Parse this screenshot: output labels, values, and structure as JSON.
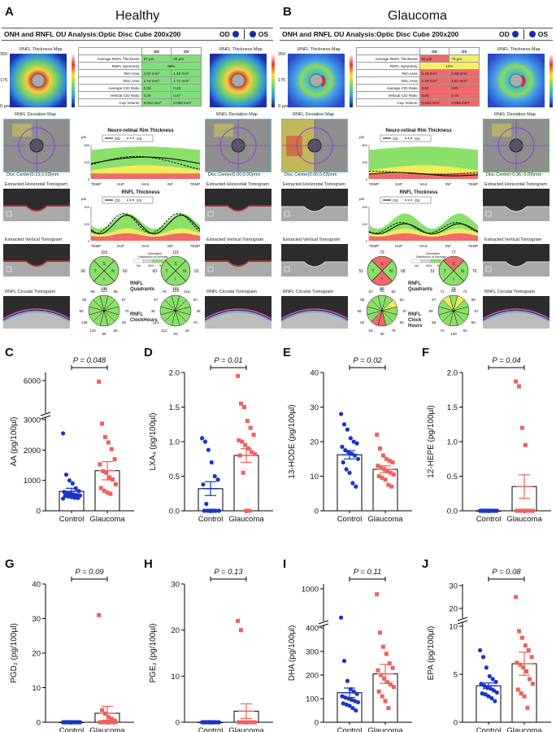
{
  "panelA": {
    "letter": "A",
    "title": "Healthy",
    "header": "ONH and RNFL OU Analysis:Optic Disc Cube 200x200",
    "od": "OD",
    "os": "OS",
    "map_caption": "RNFL Thickness Map",
    "scale_top": "350",
    "scale_mid": "175",
    "scale_bot": "0 µm",
    "dev_caption": "RNFL Deviation Map",
    "disc_center_left": "Disc Center(0.15,0.03)mm",
    "disc_center_right": "Disc Center(0.00,0.00)mm",
    "horiz_caption": "Extracted Horizontal Tomogram",
    "vert_caption": "Extracted Vertical Tomogram",
    "circ_caption": "RNFL Circular Tomogram",
    "table_head": [
      "OD",
      "OS"
    ],
    "table_rows": [
      {
        "label": "Average RNFL Thickness",
        "od": "97 µm",
        "os": "95 µm"
      },
      {
        "label": "RNFL Symmetry",
        "od": "88%",
        "os": ""
      },
      {
        "label": "Rim Area",
        "od": "1.52 mm²",
        "os": "1.40 mm²"
      },
      {
        "label": "Disc Area",
        "od": "1.78 mm²",
        "os": "1.71 mm²"
      },
      {
        "label": "Average C/D Ratio",
        "od": "0.38",
        "os": "0.43"
      },
      {
        "label": "Vertical C/D Ratio",
        "od": "0.36",
        "os": "0.47"
      },
      {
        "label": "Cup Volume",
        "od": "0.042 mm³",
        "os": "0.060 mm³"
      }
    ],
    "rim_title": "Neuro-retinal Rim Thickness",
    "rnfl_title": "RNFL Thickness",
    "um": "µm",
    "legend_od": "OD",
    "legend_os": "OS",
    "axis_ticks": [
      "TEMP",
      "SUP",
      "NAS",
      "INF",
      "TEMP"
    ],
    "rim_yticks": [
      "800",
      "400",
      "0"
    ],
    "rnfl_yticks": [
      "200",
      "100",
      "0"
    ],
    "norm_label": "Distribution of Normals",
    "norm_head": "Diversified",
    "norm_ticks": [
      "NA",
      "95%",
      "5%",
      "1%"
    ],
    "quad_label": "RNFL\nQuadrants",
    "quad_left": {
      "S": "103",
      "T": "66",
      "N": "60",
      "I": "121"
    },
    "quad_right": {
      "S": "101",
      "T": "60",
      "N": "63",
      "I": "118"
    },
    "clock_label": "RNFL\nClockHours",
    "clock_left": [
      "126",
      "95",
      "87",
      "70",
      "49",
      "60",
      "85",
      "142",
      "136",
      "59",
      "63",
      "86"
    ],
    "clock_right": [
      "102",
      "116",
      "92",
      "48",
      "70",
      "40",
      "83",
      "112",
      "112",
      "46",
      "57",
      "79"
    ]
  },
  "panelB": {
    "letter": "B",
    "title": "Glaucoma",
    "header": "ONH and RNFL OU Analysis:Optic Disc Cube 200x200",
    "od": "OD",
    "os": "OS",
    "map_caption": "RNFL Thickness Map",
    "scale_top": "350",
    "scale_mid": "175",
    "scale_bot": "0 µm",
    "dev_caption": "RNFL Deviation Map",
    "disc_center_left": "Disc Center(0.00,0.03)mm",
    "disc_center_right": "Disc Center(-0.36,-0.09)mm",
    "horiz_caption": "Extracted Horizontal Tomogram",
    "vert_caption": "Extracted Vertical Tomogram",
    "circ_caption": "RNFL Circular Tomogram",
    "table_head": [
      "OD",
      "OS"
    ],
    "table_rows": [
      {
        "label": "Average RNFL Thickness",
        "od": "62 µm",
        "os": "78 µm"
      },
      {
        "label": "RNFL Symmetry",
        "od": "12%",
        "os": ""
      },
      {
        "label": "Rim Area",
        "od": "0.49 mm²",
        "os": "0.56 mm²"
      },
      {
        "label": "Disc Area",
        "od": "1.49 mm²",
        "os": "1.67 mm²"
      },
      {
        "label": "Average C/D Ratio",
        "od": "0.82",
        "os": "0.81"
      },
      {
        "label": "Vertical C/D Ratio",
        "od": "0.80",
        "os": "0.75"
      },
      {
        "label": "Cup Volume",
        "od": "0.563 mm³",
        "os": "0.555 mm³"
      }
    ],
    "rim_title": "Neuro-retinal Rim Thickness",
    "rnfl_title": "RNFL Thickness",
    "um": "µm",
    "legend_od": "OD",
    "legend_os": "OS",
    "axis_ticks": [
      "TEMP",
      "SUP",
      "NAS",
      "INF",
      "TEMP"
    ],
    "rim_yticks": [
      "800",
      "400",
      "0"
    ],
    "rnfl_yticks": [
      "200",
      "100",
      "0"
    ],
    "norm_label": "Distribution of Normals",
    "norm_head": "Diversified",
    "norm_ticks": [
      "NA",
      "95%",
      "5%",
      "1%"
    ],
    "quad_label": "RNFL\nQuadrants",
    "quad_left": {
      "S": "72",
      "T": "51",
      "N": "68",
      "I": "56"
    },
    "quad_right": {
      "S": "77",
      "T": "51",
      "N": "76",
      "I": "95"
    },
    "clock_label": "RNFL\nClock\nHours",
    "clock_left": [
      "60",
      "60",
      "64",
      "67",
      "92",
      "78",
      "45",
      "53",
      "62",
      "59",
      "58",
      "57"
    ],
    "clock_right": [
      "71",
      "71",
      "89",
      "67",
      "55",
      "93",
      "126",
      "70",
      "56",
      "59",
      "57",
      "71"
    ]
  },
  "chart_data": [
    {
      "type": "bar",
      "letter": "C",
      "ylabel": "AA (pg/100µl)",
      "pvalue": "P = 0.048",
      "categories": [
        "Control",
        "Glaucoma"
      ],
      "means": [
        640,
        1320
      ],
      "sem": [
        100,
        300
      ],
      "yticks": [
        "0",
        "1000",
        "2000",
        "3000",
        "6000"
      ],
      "axis_break": true,
      "control_points": [
        2550,
        1190,
        1000,
        900,
        740,
        650,
        620,
        580,
        560,
        540,
        520,
        500,
        490,
        470,
        450,
        430,
        420,
        400
      ],
      "glaucoma_points": [
        5900,
        2870,
        2430,
        2250,
        2030,
        1700,
        1530,
        1300,
        1250,
        1100,
        1030,
        870,
        750,
        660,
        600,
        560
      ]
    },
    {
      "type": "bar",
      "letter": "D",
      "ylabel": "LXA₄ (pg/100µl)",
      "pvalue": "P = 0.01",
      "categories": [
        "Control",
        "Glaucoma"
      ],
      "means": [
        0.32,
        0.8
      ],
      "sem": [
        0.1,
        0.1
      ],
      "yticks": [
        "0.0",
        "0.5",
        "1.0",
        "1.5",
        "2.0"
      ],
      "control_points": [
        1.05,
        1.0,
        0.88,
        0.7,
        0.5,
        0.45,
        0.38,
        0.1,
        0,
        0,
        0,
        0,
        0,
        0,
        0,
        0
      ],
      "glaucoma_points": [
        1.95,
        1.55,
        1.5,
        1.3,
        1.2,
        1.1,
        1.02,
        1.0,
        0.95,
        0.9,
        0.85,
        0.82,
        0.8,
        0.55,
        0,
        0
      ]
    },
    {
      "type": "bar",
      "letter": "E",
      "ylabel": "13-HODE (pg/100µl)",
      "pvalue": "P = 0.02",
      "categories": [
        "Control",
        "Glaucoma"
      ],
      "means": [
        16.2,
        12.0
      ],
      "sem": [
        1.2,
        1.0
      ],
      "yticks": [
        "0",
        "10",
        "20",
        "30",
        "40"
      ],
      "control_points": [
        28,
        25,
        23.5,
        21,
        20,
        19.5,
        18.5,
        17.5,
        17,
        16.5,
        16,
        15,
        14,
        12,
        11,
        8,
        7
      ],
      "glaucoma_points": [
        22,
        18,
        16,
        15,
        14.5,
        14,
        13,
        12.5,
        12,
        11.5,
        11,
        10.5,
        10,
        9.5,
        9,
        7.5,
        7
      ]
    },
    {
      "type": "bar",
      "letter": "F",
      "ylabel": "12-HEPE (pg/100µl)",
      "pvalue": "P = 0.04",
      "categories": [
        "Control",
        "Glaucoma"
      ],
      "means": [
        0.0,
        0.35
      ],
      "sem": [
        0.0,
        0.17
      ],
      "yticks": [
        "0.0",
        "0.5",
        "1.0",
        "1.5",
        "2.0"
      ],
      "control_points": [
        0,
        0,
        0,
        0,
        0,
        0,
        0,
        0,
        0,
        0,
        0,
        0,
        0,
        0,
        0,
        0
      ],
      "glaucoma_points": [
        1.87,
        1.8,
        1.2,
        0.95,
        0,
        0,
        0,
        0,
        0,
        0,
        0,
        0,
        0,
        0,
        0,
        0
      ]
    },
    {
      "type": "bar",
      "letter": "G",
      "ylabel": "PGD₂ (pg/100µl)",
      "pvalue": "P = 0.09",
      "categories": [
        "Control",
        "Glaucoma"
      ],
      "means": [
        0.0,
        2.6
      ],
      "sem": [
        0.0,
        2.0
      ],
      "yticks": [
        "0",
        "10",
        "20",
        "30",
        "40"
      ],
      "control_points": [
        0,
        0,
        0,
        0,
        0,
        0,
        0,
        0,
        0,
        0,
        0,
        0,
        0,
        0,
        0,
        0
      ],
      "glaucoma_points": [
        31,
        3.5,
        2.5,
        1.5,
        1.0,
        0.5,
        0,
        0,
        0,
        0,
        0,
        0,
        0,
        0,
        0,
        0
      ]
    },
    {
      "type": "bar",
      "letter": "H",
      "ylabel": "PGE₂ (pg/100µl)",
      "pvalue": "P = 0.13",
      "categories": [
        "Control",
        "Glaucoma"
      ],
      "means": [
        0.0,
        2.4
      ],
      "sem": [
        0.0,
        1.6
      ],
      "yticks": [
        "0",
        "10",
        "20",
        "30"
      ],
      "control_points": [
        0,
        0,
        0,
        0,
        0,
        0,
        0,
        0,
        0,
        0,
        0,
        0,
        0,
        0,
        0,
        0
      ],
      "glaucoma_points": [
        22,
        20,
        0,
        0,
        0,
        0,
        0,
        0,
        0,
        0,
        0,
        0,
        0,
        0,
        0,
        0
      ]
    },
    {
      "type": "bar",
      "letter": "I",
      "ylabel": "DHA (pg/100µl)",
      "pvalue": "P = 0.11",
      "categories": [
        "Control",
        "Glaucoma"
      ],
      "means": [
        125,
        205
      ],
      "sem": [
        20,
        40
      ],
      "yticks": [
        "0",
        "100",
        "200",
        "300",
        "400",
        "1000"
      ],
      "axis_break": true,
      "control_points": [
        470,
        260,
        175,
        140,
        130,
        120,
        110,
        105,
        100,
        95,
        90,
        85,
        80,
        75,
        70,
        60,
        50
      ],
      "glaucoma_points": [
        900,
        380,
        320,
        290,
        250,
        230,
        220,
        200,
        185,
        170,
        160,
        150,
        130,
        110,
        90,
        60
      ]
    },
    {
      "type": "bar",
      "letter": "J",
      "ylabel": "EPA (pg/100µl)",
      "pvalue": "P = 0.08",
      "categories": [
        "Control",
        "Glaucoma"
      ],
      "means": [
        3.8,
        6.1
      ],
      "sem": [
        0.3,
        1.2
      ],
      "yticks": [
        "0",
        "5",
        "10",
        "20",
        "30"
      ],
      "axis_break": true,
      "control_points": [
        7.5,
        6.8,
        5.7,
        4.8,
        4.5,
        4.2,
        4.0,
        3.8,
        3.6,
        3.5,
        3.3,
        3.1,
        3.0,
        2.9,
        2.7,
        2.5,
        2.2
      ],
      "glaucoma_points": [
        25,
        9.5,
        8.8,
        8.0,
        7.5,
        6.8,
        6.2,
        6.0,
        5.7,
        5.3,
        4.5,
        4.0,
        3.4,
        3.0,
        2.7,
        1.5
      ]
    }
  ]
}
